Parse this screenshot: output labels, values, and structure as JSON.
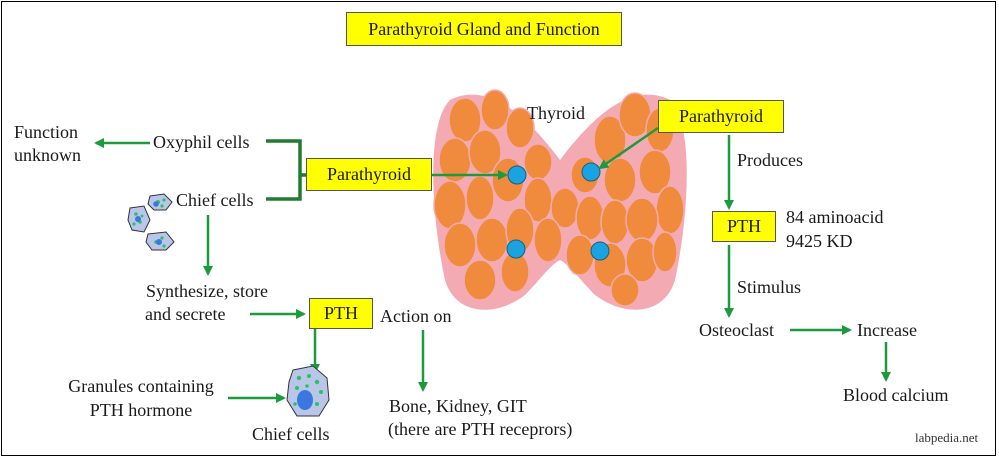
{
  "title": "Parathyroid Gland and Function",
  "left": {
    "function_unknown_line1": "Function",
    "function_unknown_line2": "unknown",
    "oxyphil_cells": "Oxyphil cells",
    "chief_cells": "Chief cells",
    "parathyroid_label": "Parathyroid",
    "synthesize_line1": "Synthesize, store",
    "synthesize_line2": "and secrete",
    "pth_label": "PTH",
    "action_on": "Action on",
    "granules_line1": "Granules containing",
    "granules_line2": "PTH hormone",
    "chief_cells_bottom": "Chief cells",
    "targets_line1": "Bone, Kidney, GIT",
    "targets_line2": "(there are PTH receprors)"
  },
  "center": {
    "thyroid_label": "Thyroid"
  },
  "right": {
    "parathyroid_label": "Parathyroid",
    "produces": "Produces",
    "pth_label": "PTH",
    "aminoacid": "84 aminoacid",
    "kd": "9425 KD",
    "stimulus": "Stimulus",
    "osteoclast": "Osteoclast",
    "increase": "Increase",
    "blood_calcium": "Blood calcium"
  },
  "watermark": "labpedia.net",
  "colors": {
    "label_box": "#ffff00",
    "arrow": "#1e9a3e",
    "bracket": "#207a30",
    "thyroid_halo": "#f4aab2",
    "thyroid_lobules": "#f08a3c",
    "parathyroid_dots": "#1aa3e0",
    "cell_fill": "#b9c6e8",
    "cell_granules": "#2ebf6a",
    "nucleus": "#3a78e0"
  }
}
